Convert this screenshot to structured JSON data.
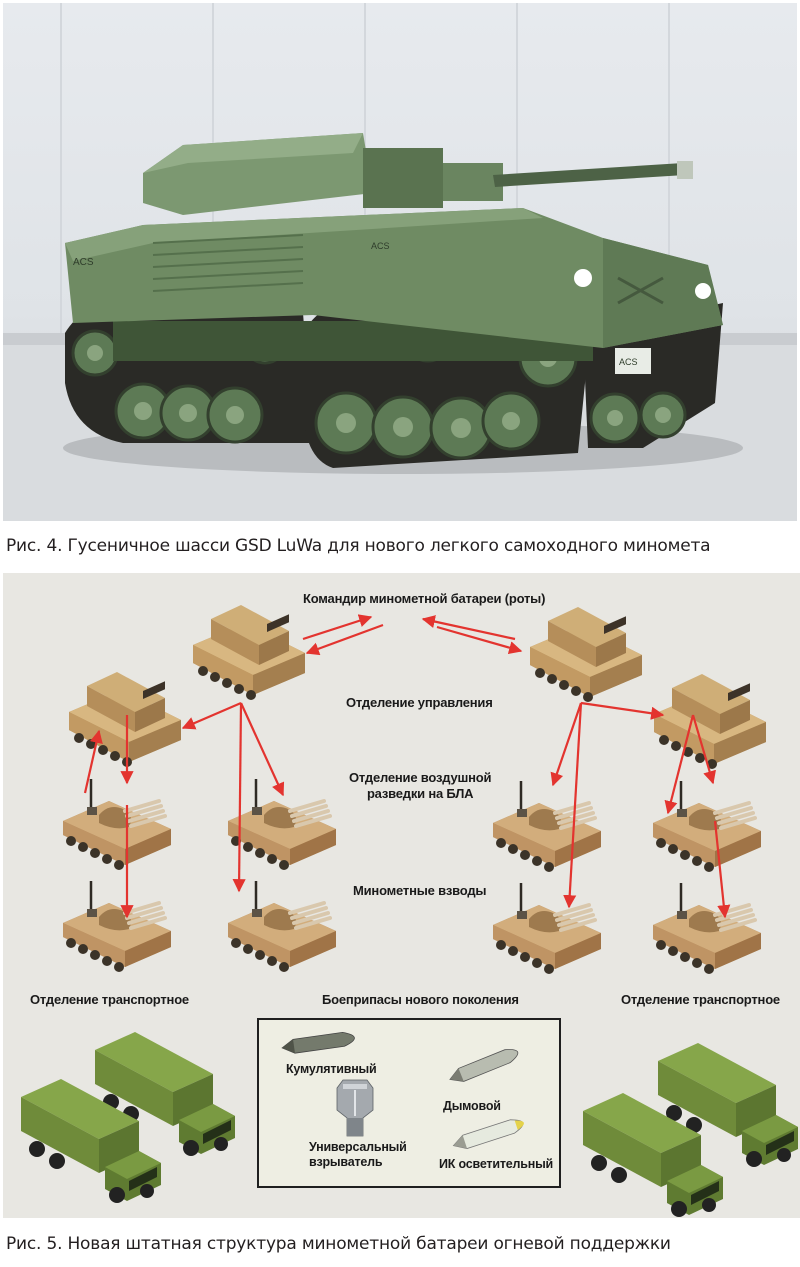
{
  "figure4": {
    "caption": "Рис. 4. Гусеничное шасси GSD LuWa для нового легкого самоходного миномета",
    "vehicle_markings": [
      "ACS",
      "ACS",
      "ACS"
    ]
  },
  "figure5": {
    "caption": "Рис. 5. Новая штатная структура минометной батареи огневой поддержки",
    "labels": {
      "commander": "Командир минометной батареи (роты)",
      "control": "Отделение управления",
      "uav_recon_line1": "Отделение воздушной",
      "uav_recon_line2": "разведки на БЛА",
      "mortar_platoons": "Минометные взводы",
      "transport_left": "Отделение транспортное",
      "transport_right": "Отделение транспортное",
      "ammo": "Боеприпасы нового поколения"
    },
    "ammo_items": {
      "cumulative": "Кумулятивный",
      "smoke": "Дымовой",
      "fuze_line1": "Универсальный",
      "fuze_line2": "взрыватель",
      "ir_illum": "ИК осветительный"
    },
    "colors": {
      "arrow": "#e3342f",
      "vehicle_tan": "#c9a46e",
      "truck_green": "#6f8b3a",
      "diagram_bg": "#e8e7e2"
    }
  }
}
